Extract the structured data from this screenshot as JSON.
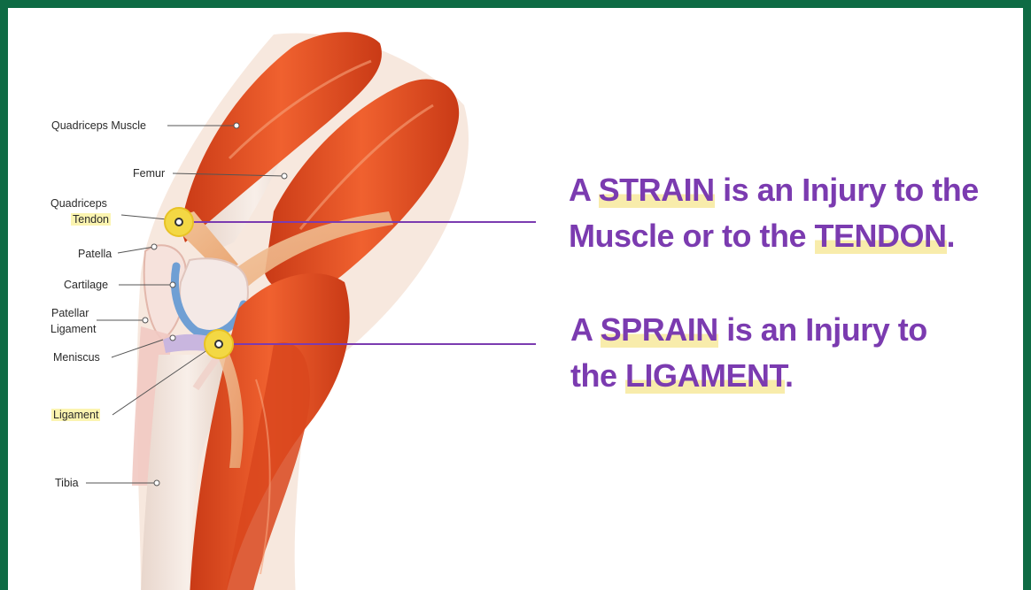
{
  "colors": {
    "border": "#0e6b44",
    "statement_text": "#7b3bb0",
    "highlight": "#f8ecab",
    "muscle": "#e8552a",
    "bone": "#f1e6de",
    "cartilage": "#6f9fd4",
    "marker": "#f3d844"
  },
  "labels": {
    "quadriceps_muscle": "Quadriceps Muscle",
    "femur": "Femur",
    "quadriceps": "Quadriceps",
    "tendon": "Tendon",
    "patella": "Patella",
    "cartilage": "Cartilage",
    "patellar": "Patellar",
    "ligament_line2": "Ligament",
    "meniscus": "Meniscus",
    "ligament": "Ligament",
    "tibia": "Tibia"
  },
  "strain": {
    "prefix": "A ",
    "keyword": "STRAIN",
    "rest_line1": " is an Injury to the",
    "line2_pre": "Muscle or to the ",
    "keyword2": "TENDON",
    "end": "."
  },
  "sprain": {
    "prefix": "A ",
    "keyword": "SPRAIN",
    "rest_line1": " is an Injury to",
    "line2_pre": "the ",
    "keyword2": "LIGAMENT",
    "end": "."
  }
}
